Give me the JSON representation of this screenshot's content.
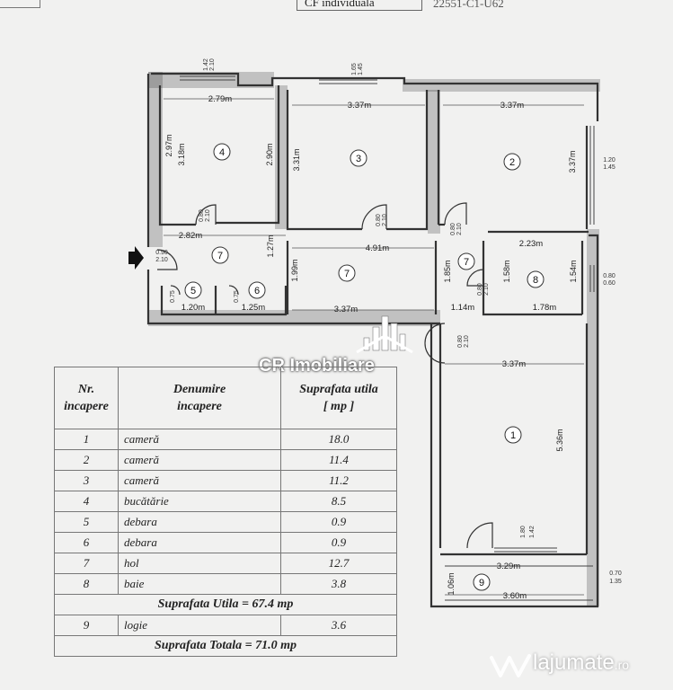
{
  "header": {
    "box_text": "CF individuala",
    "code_text": "22551-C1-U62"
  },
  "plan": {
    "rooms": [
      {
        "id": "1",
        "label": "1"
      },
      {
        "id": "2",
        "label": "2"
      },
      {
        "id": "3",
        "label": "3"
      },
      {
        "id": "4",
        "label": "4"
      },
      {
        "id": "5",
        "label": "5"
      },
      {
        "id": "6",
        "label": "6"
      },
      {
        "id": "7a",
        "label": "7"
      },
      {
        "id": "7b",
        "label": "7"
      },
      {
        "id": "7c",
        "label": "7"
      },
      {
        "id": "8",
        "label": "8"
      },
      {
        "id": "9",
        "label": "9"
      }
    ],
    "dimensions": [
      "2.79m",
      "3.37m",
      "3.37m",
      "2.82m",
      "4.91m",
      "3.37m",
      "1.20m",
      "1.25m",
      "2.23m",
      "1.78m",
      "1.14m",
      "3.37m",
      "3.29m",
      "3.60m",
      "2.97m",
      "3.18m",
      "2.90m",
      "3.31m",
      "3.37m",
      "1.27m",
      "1.99m",
      "1.85m",
      "1.58m",
      "1.54m",
      "5.36m",
      "1.06m"
    ],
    "openings": [
      "1.42",
      "2.10",
      "1.65",
      "1.45",
      "0.80",
      "2.10",
      "0.80",
      "2.10",
      "0.80",
      "2.10",
      "0.90",
      "2.10",
      "0.80",
      "2.10",
      "0.75",
      "2.10",
      "0.75",
      "0.75",
      "1.80",
      "1.42",
      "0.80",
      "0.60",
      "0.70",
      "1.35",
      "1.20",
      "1.45",
      "0.80",
      "2.10"
    ]
  },
  "legend": {
    "headers": {
      "nr": [
        "Nr.",
        "incapere"
      ],
      "name": [
        "Denumire",
        "incapere"
      ],
      "area": [
        "Suprafata utila",
        "[ mp ]"
      ]
    },
    "rows": [
      {
        "nr": "1",
        "name": "cameră",
        "area": "18.0"
      },
      {
        "nr": "2",
        "name": "cameră",
        "area": "11.4"
      },
      {
        "nr": "3",
        "name": "cameră",
        "area": "11.2"
      },
      {
        "nr": "4",
        "name": "bucătărie",
        "area": "8.5"
      },
      {
        "nr": "5",
        "name": "debara",
        "area": "0.9"
      },
      {
        "nr": "6",
        "name": "debara",
        "area": "0.9"
      },
      {
        "nr": "7",
        "name": "hol",
        "area": "12.7"
      },
      {
        "nr": "8",
        "name": "baie",
        "area": "3.8"
      }
    ],
    "utila_total": "Suprafata Utila = 67.4 mp",
    "logie_row": {
      "nr": "9",
      "name": "logie",
      "area": "3.6"
    },
    "totala": "Suprafata Totala = 71.0 mp"
  },
  "branding": {
    "agency": "CR Imobiliare",
    "site": "lajumate",
    "site_tld": ".ro"
  }
}
